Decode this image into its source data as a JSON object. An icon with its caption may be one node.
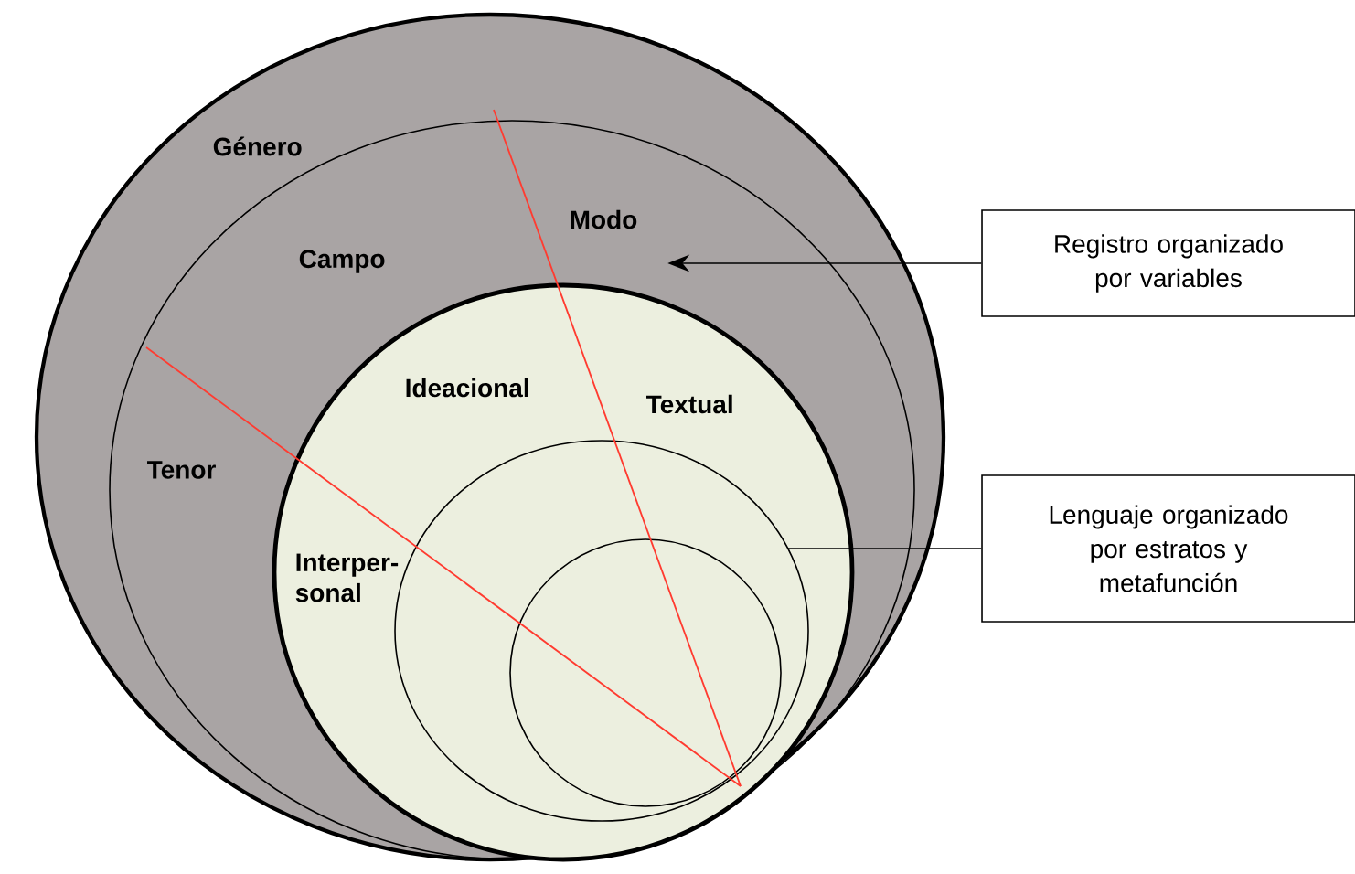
{
  "diagram": {
    "nodes": [
      {
        "text": [
          "Género"
        ]
      },
      {
        "text": [
          "Campo",
          "Modo",
          "Tenor"
        ],
        "in": 0
      },
      {
        "text": [
          "Ideacional",
          "Textual",
          "Interper- sonal"
        ],
        "in": 1
      },
      {
        "text": [],
        "shape": "circle",
        "in": 2
      },
      {
        "text": [],
        "shape": "circle",
        "in": 3
      },
      {
        "text": [
          "Registro organizado por variables"
        ]
      },
      {
        "text": [
          "Lenguaje organizado por estratos y metafunción"
        ]
      }
    ],
    "edges": [
      {
        "from": 5,
        "to": 1,
        "arrow": "to"
      },
      {
        "from": 6,
        "to": 3,
        "arrow": "none"
      }
    ]
  }
}
